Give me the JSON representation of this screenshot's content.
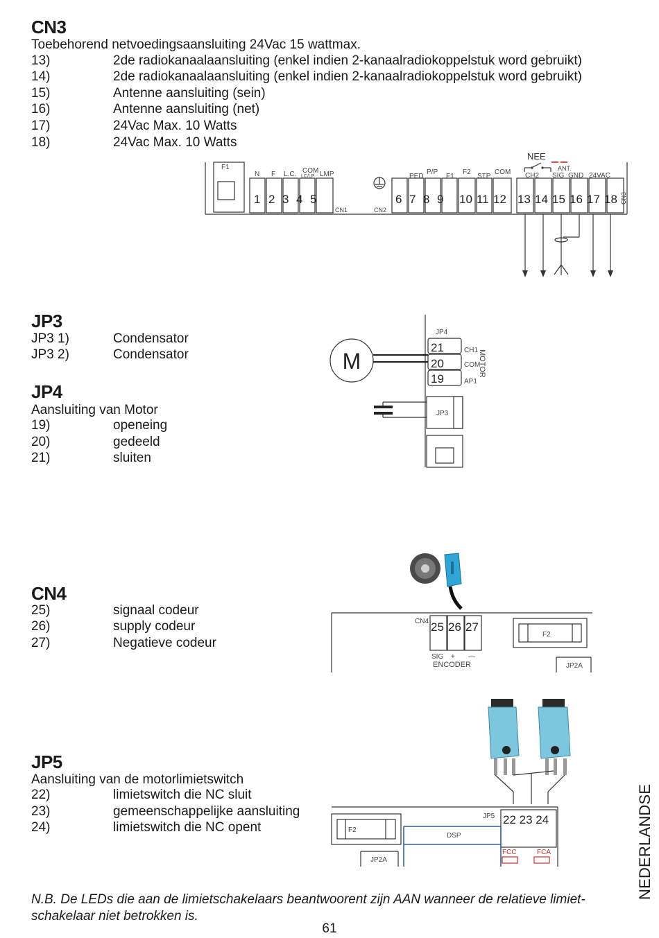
{
  "cn3": {
    "title": "CN3",
    "intro": "Toebehorend netvoedingsaansluiting 24Vac 15 wattmax.",
    "items": [
      {
        "num": "13)",
        "text": "2de radiokanaalaansluiting (enkel indien 2-kanaalradiokoppelstuk word gebruikt)"
      },
      {
        "num": "14)",
        "text": "2de radiokanaalaansluiting (enkel indien 2-kanaalradiokoppelstuk word gebruikt)"
      },
      {
        "num": "15)",
        "text": "Antenne aansluiting (sein)"
      },
      {
        "num": "16)",
        "text": "Antenne aansluiting (net)"
      },
      {
        "num": "17)",
        "text": "24Vac Max. 10 Watts"
      },
      {
        "num": "18)",
        "text": "24Vac Max. 10 Watts"
      }
    ],
    "diagram": {
      "f1_label": "F1",
      "cn1_label": "CN1",
      "cn2_label": "CN2",
      "cn3_label": "CN3",
      "nee_label": "NEE",
      "ant_label": "ANT.",
      "cn1_top_labels": [
        "N",
        "F",
        "L.C.",
        "COM",
        "LC/LP",
        "LMP"
      ],
      "cn1_terminals": [
        "1",
        "2",
        "3",
        "4",
        "5"
      ],
      "cn2_top_labels": [
        "PED",
        "P/P",
        "F1",
        "F2",
        "STP",
        "COM"
      ],
      "cn2_terminals": [
        "6",
        "7",
        "8",
        "9",
        "10",
        "11",
        "12"
      ],
      "cn3_top_labels": [
        "CH2",
        "SIG",
        "GND",
        "24VAC"
      ],
      "cn3_terminals": [
        "13",
        "14",
        "15",
        "16",
        "17",
        "18"
      ]
    }
  },
  "jp3": {
    "title": "JP3",
    "items": [
      {
        "num": "JP3 1)",
        "text": "Condensator"
      },
      {
        "num": "JP3 2)",
        "text": "Condensator"
      }
    ]
  },
  "jp4": {
    "title": "JP4",
    "intro": "Aansluiting van Motor",
    "items": [
      {
        "num": "19)",
        "text": "openeing"
      },
      {
        "num": "20)",
        "text": "gedeeld"
      },
      {
        "num": "21)",
        "text": "sluiten"
      }
    ],
    "diagram": {
      "jp4_label": "JP4",
      "jp3_label": "JP3",
      "motor_symbol": "M",
      "motor_vertical": "MOTOR",
      "terminals": [
        "21",
        "20",
        "19"
      ],
      "pin_labels": [
        "CH1",
        "COM",
        "AP1"
      ]
    }
  },
  "cn4": {
    "title": "CN4",
    "items": [
      {
        "num": "25)",
        "text": "signaal codeur"
      },
      {
        "num": "26)",
        "text": "supply codeur"
      },
      {
        "num": "27)",
        "text": "Negatieve codeur"
      }
    ],
    "diagram": {
      "cn4_label": "CN4",
      "terminals": [
        "25",
        "26",
        "27"
      ],
      "pin_labels": [
        "SIG",
        "+",
        "—"
      ],
      "encoder_label": "ENCODER",
      "fuse_label": "F2",
      "jp2a_label": "JP2A"
    }
  },
  "jp5": {
    "title": "JP5",
    "intro": "Aansluiting van de motorlimietswitch",
    "items": [
      {
        "num": "22)",
        "text": "limietswitch die NC sluit"
      },
      {
        "num": "23)",
        "text": "gemeenschappelijke aansluiting"
      },
      {
        "num": "24)",
        "text": "limietswitch die NC opent"
      }
    ],
    "diagram": {
      "jp5_label": "JP5",
      "terminals": "22 23 24",
      "fuse_label": "F2",
      "dsp_label": "DSP",
      "jp2a_label": "JP2A",
      "fcc_label": "FCC",
      "fca_label": "FCA"
    }
  },
  "footer": {
    "note_line1": "N.B. De LEDs die aan de limietschakelaars beantwoorent zijn AAN wanneer de relatieve limiet-",
    "note_line2": "schakelaar niet betrokken is.",
    "page_number": "61",
    "side_label": "NEDERLANDSE"
  },
  "colors": {
    "text": "#1a1a1a",
    "blue_board": "#2d5fb0",
    "red_led": "#d12a2a",
    "sensor_blue": "#2fa6d8",
    "switch_blue": "#7cc6de"
  }
}
